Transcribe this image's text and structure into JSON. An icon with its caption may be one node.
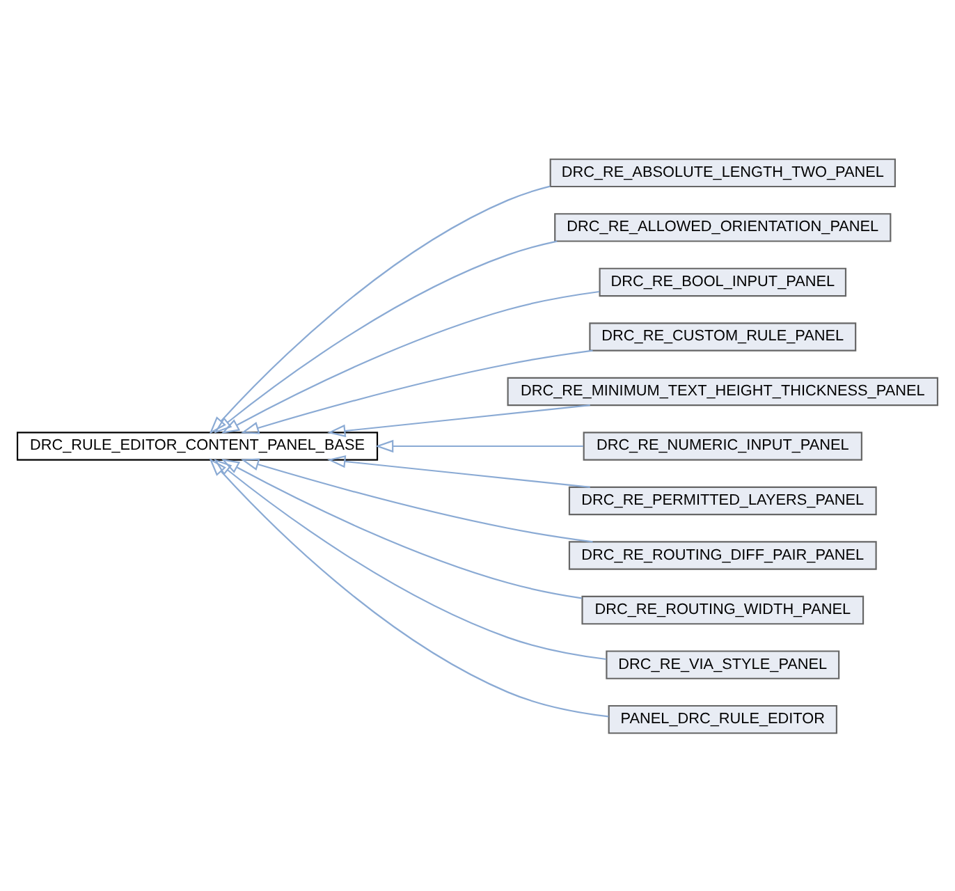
{
  "diagram": {
    "nodes": [
      {
        "text": [
          "DRC_RULE_EDITOR_CONTENT_PANEL_BASE"
        ]
      },
      {
        "text": [
          "DRC_RE_ABSOLUTE_LENGTH_TWO_PANEL"
        ]
      },
      {
        "text": [
          "DRC_RE_ALLOWED_ORIENTATION_PANEL"
        ]
      },
      {
        "text": [
          "DRC_RE_BOOL_INPUT_PANEL"
        ]
      },
      {
        "text": [
          "DRC_RE_CUSTOM_RULE_PANEL"
        ]
      },
      {
        "text": [
          "DRC_RE_MINIMUM_TEXT_HEIGHT_THICKNESS_PANEL"
        ]
      },
      {
        "text": [
          "DRC_RE_NUMERIC_INPUT_PANEL"
        ]
      },
      {
        "text": [
          "DRC_RE_PERMITTED_LAYERS_PANEL"
        ]
      },
      {
        "text": [
          "DRC_RE_ROUTING_DIFF_PAIR_PANEL"
        ]
      },
      {
        "text": [
          "DRC_RE_ROUTING_WIDTH_PANEL"
        ]
      },
      {
        "text": [
          "DRC_RE_VIA_STYLE_PANEL"
        ]
      },
      {
        "text": [
          "PANEL_DRC_RULE_EDITOR"
        ]
      }
    ],
    "edges": [
      {
        "from": 1,
        "to": 0,
        "arrow": "to"
      },
      {
        "from": 2,
        "to": 0,
        "arrow": "to"
      },
      {
        "from": 3,
        "to": 0,
        "arrow": "to"
      },
      {
        "from": 4,
        "to": 0,
        "arrow": "to"
      },
      {
        "from": 5,
        "to": 0,
        "arrow": "to"
      },
      {
        "from": 6,
        "to": 0,
        "arrow": "to"
      },
      {
        "from": 7,
        "to": 0,
        "arrow": "to"
      },
      {
        "from": 8,
        "to": 0,
        "arrow": "to"
      },
      {
        "from": 9,
        "to": 0,
        "arrow": "to"
      },
      {
        "from": 10,
        "to": 0,
        "arrow": "to"
      },
      {
        "from": 11,
        "to": 0,
        "arrow": "to"
      }
    ]
  }
}
